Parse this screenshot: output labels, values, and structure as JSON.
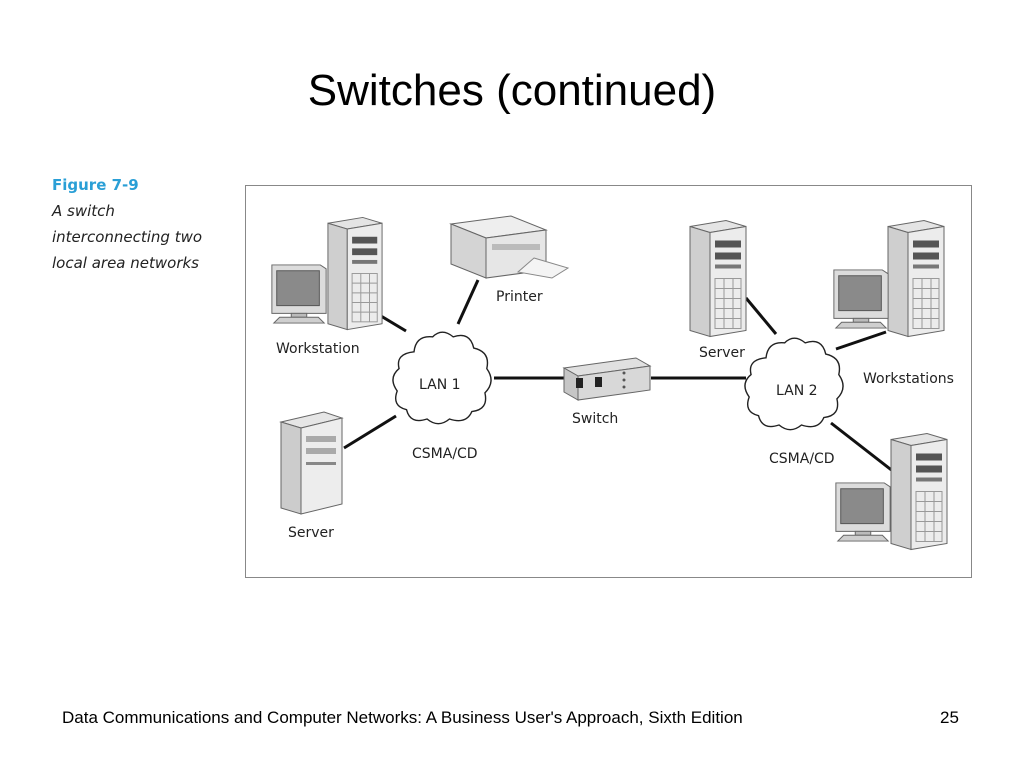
{
  "slide": {
    "title": "Switches (continued)",
    "footer": "Data Communications and Computer Networks: A Business User's Approach, Sixth Edition",
    "page_number": "25"
  },
  "figure": {
    "number": "Figure 7-9",
    "caption_lines": [
      "A switch",
      "interconnecting two",
      "local area networks"
    ]
  },
  "diagram": {
    "labels": {
      "workstation": "Workstation",
      "printer": "Printer",
      "server_left": "Server",
      "lan1": "LAN 1",
      "lan1_protocol": "CSMA/CD",
      "switch": "Switch",
      "server_right": "Server",
      "lan2": "LAN 2",
      "lan2_protocol": "CSMA/CD",
      "workstations": "Workstations"
    }
  }
}
